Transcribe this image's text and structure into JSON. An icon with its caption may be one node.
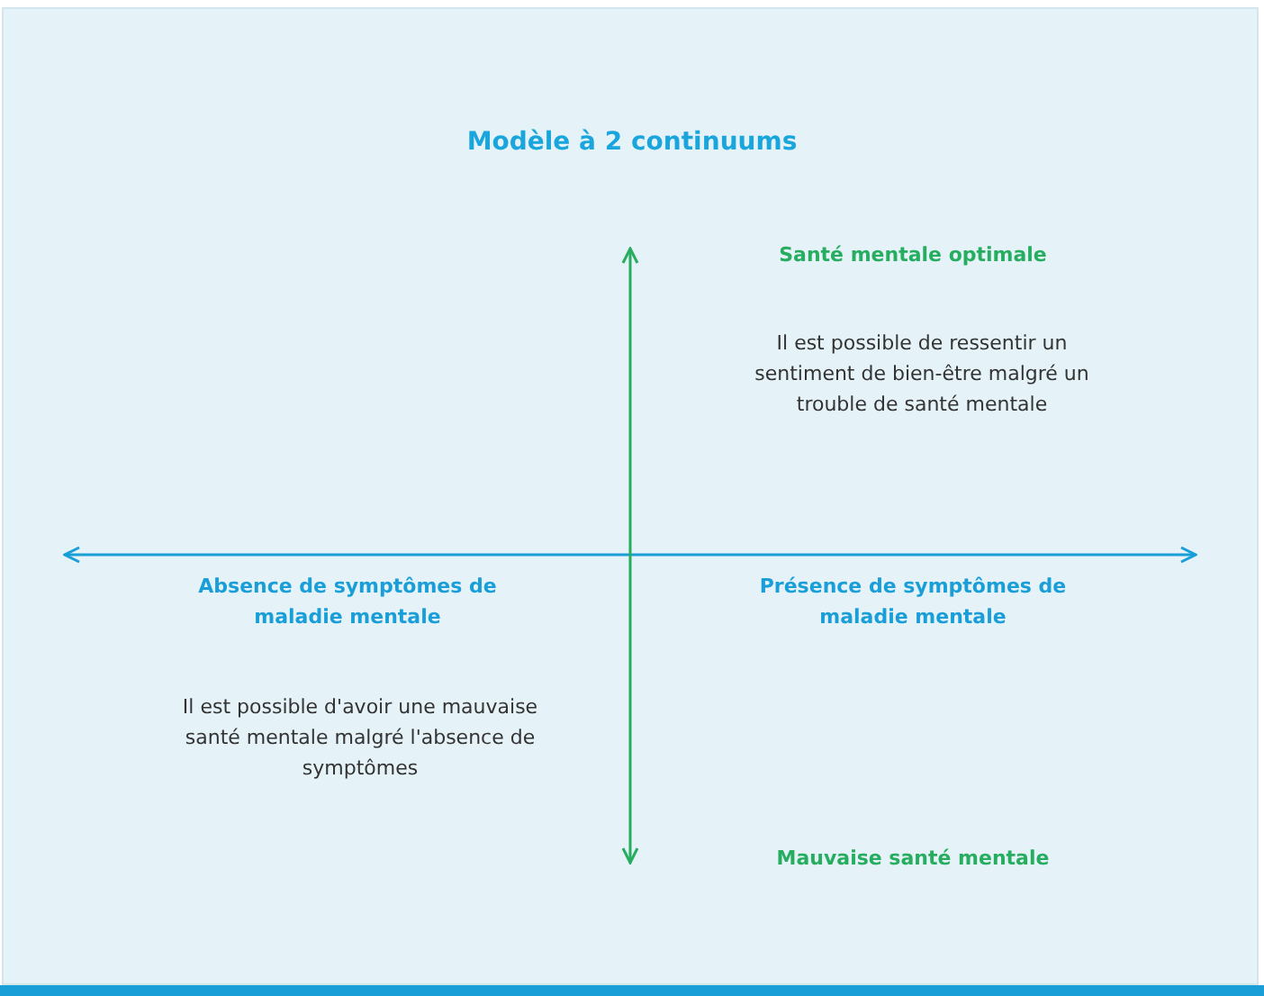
{
  "diagram": {
    "title": "Modèle à 2 continuums",
    "labels": [
      "Santé mentale optimale",
      "Il est possible de ressentir un sentiment de bien-être malgré un trouble de santé mentale",
      "Absence de symptômes de maladie mentale",
      "Présence de symptômes de maladie mentale",
      "Il est possible d'avoir une mauvaise santé mentale malgré l'absence de symptômes",
      "Mauvaise santé mentale"
    ]
  }
}
